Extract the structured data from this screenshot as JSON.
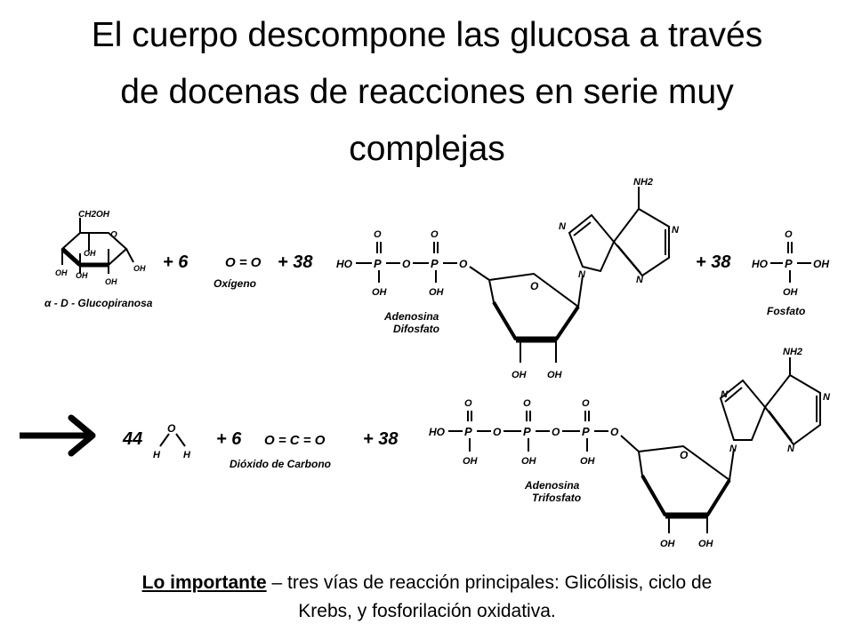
{
  "title": {
    "line1": "El cuerpo descompone las glucosa a través",
    "line2": "de docenas de reacciones en serie muy",
    "line3": "complejas"
  },
  "reaction": {
    "glucose": {
      "ch2oh": "CH2OH",
      "o": "O",
      "oh": "OH",
      "name": "α - D - Glucopiranosa"
    },
    "coef_oxygen": "+ 6",
    "oxygen_formula": "O = O",
    "oxygen_name": "Oxígeno",
    "coef_adp": "+ 38",
    "adp": {
      "ho": "HO",
      "p": "P",
      "o": "O",
      "oh": "OH",
      "n": "N",
      "nh2": "NH2",
      "name_line1": "Adenosina",
      "name_line2": "Difosfato"
    },
    "coef_phosphate": "+ 38",
    "phosphate": {
      "ho": "HO",
      "p": "P",
      "o": "O",
      "oh": "OH",
      "name": "Fosfato"
    },
    "arrow_icon": "arrow-right-icon",
    "coef_water": "44",
    "water": {
      "o": "O",
      "h": "H"
    },
    "coef_co2": "+ 6",
    "co2_formula": "O = C = O",
    "co2_name": "Dióxido de Carbono",
    "coef_atp": "+ 38",
    "atp": {
      "ho": "HO",
      "p": "P",
      "o": "O",
      "oh": "OH",
      "n": "N",
      "nh2": "NH2",
      "name_line1": "Adenosina",
      "name_line2": "Trifosfato"
    }
  },
  "caption": {
    "lead": "Lo importante",
    "rest": " – tres vías de reacción principales: Glicólisis, ciclo de",
    "line2": "Krebs, y fosforilación oxidativa."
  }
}
